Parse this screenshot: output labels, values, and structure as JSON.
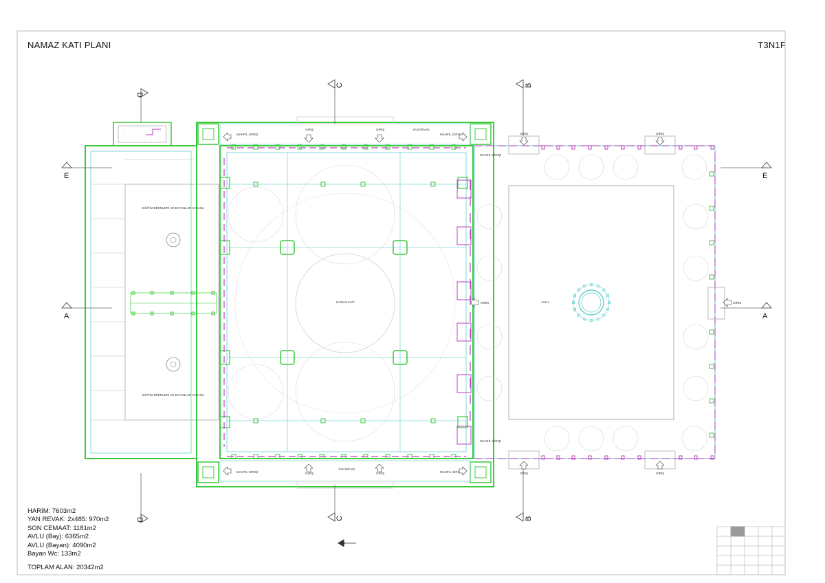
{
  "sheet": {
    "title": "NAMAZ KATI PLANI",
    "code": "T3N1F"
  },
  "areas": [
    "HARİM: 7603m2",
    "YAN REVAK: 2x485: 970m2",
    "SON CEMAAT: 1181m2",
    "AVLU (Bay): 6365m2",
    "AVLU (Bayan): 4090m2",
    "Bayan Wc: 133m2"
  ],
  "total_area": "TOPLAM ALAN: 20342m2",
  "section_markers": {
    "A": "A",
    "B": "B",
    "C": "C",
    "D": "D",
    "E": "E"
  },
  "room_labels": {
    "prayer_hall": "NAMAZ KATI",
    "courtyard": "AVLU",
    "side_portico_top": "YAN REVAK",
    "side_portico_bottom": "YAN REVAK",
    "womens_courtyard_1": "EĞİTİM BİRİMLERİ VE BAYANLAR AVLUSU",
    "womens_courtyard_2": "EĞİTİM BİRİMLERİ VE BAYANLAR AVLUSU",
    "entrance": "GİRİŞ",
    "gallery_entrance": "MAHFİL GİRİŞİ"
  },
  "colors": {
    "wall_green": "#3cc93c",
    "structure_cyan": "#7fd8d8",
    "detail_magenta": "#c03cc0",
    "linework": "#555555",
    "title_block_fill": "#9a9a9a"
  },
  "north_arrow_icon": "north-arrow-icon"
}
